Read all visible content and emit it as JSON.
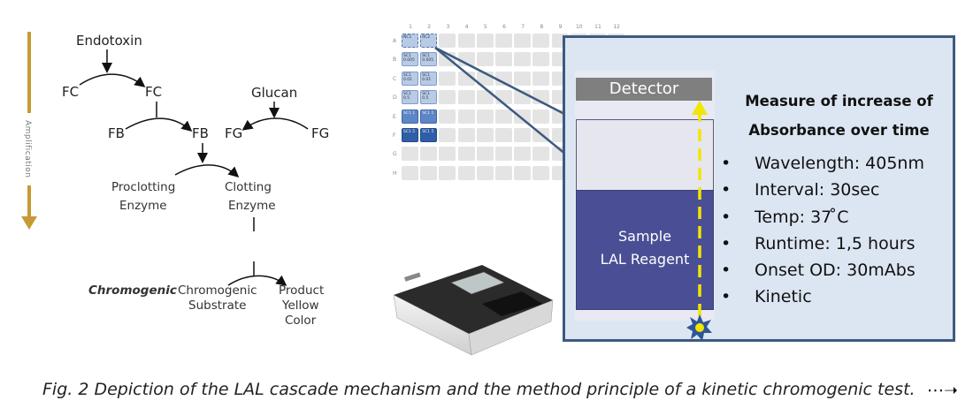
{
  "cascade": {
    "endotoxin": "Endotoxin",
    "fc_left": "FC",
    "fc_right": "FC",
    "fb_left": "FB",
    "fb_right": "FB",
    "glucan": "Glucan",
    "fg_left": "FG",
    "fg_right": "FG",
    "proclotting_line1": "Proclotting",
    "proclotting_line2": "Enzyme",
    "clotting_line1": "Clotting",
    "clotting_line2": "Enzyme",
    "chromogenic_label": "Chromogenic",
    "chromo_substrate_line1": "Chromogenic",
    "chromo_substrate_line2": "Substrate",
    "product_line1": "Product",
    "product_line2": "Yellow",
    "product_line3": "Color",
    "amplification": "Amplification"
  },
  "plate": {
    "columns": [
      "1",
      "2",
      "3",
      "4",
      "5",
      "6",
      "7",
      "8",
      "9",
      "10",
      "11",
      "12"
    ],
    "rows": [
      "A",
      "B",
      "C",
      "D",
      "E",
      "F",
      "G",
      "H"
    ],
    "well_labels": {
      "A1": "NC1",
      "A2": "RC2",
      "B1": "SC1 0.005",
      "B2": "SC1 0.005",
      "C1": "SC1 0.01",
      "C2": "SC1 0.01",
      "D1": "SC1 0.5",
      "D2": "SC1 0.5",
      "E1": "SC1 1",
      "E2": "SC1 1",
      "F1": "SC1 5",
      "F2": "SC1 5"
    }
  },
  "panel": {
    "detector": "Detector",
    "sample_line1": "Sample",
    "sample_line2": "LAL Reagent",
    "title_line1": "Measure of increase of",
    "title_line2": "Absorbance over time",
    "bullets": [
      "Wavelength: 405nm",
      "Interval: 30sec",
      "Temp: 37 ̊C",
      "Runtime: 1,5 hours",
      "Onset OD: 30mAbs",
      "Kinetic"
    ],
    "bullet_symbol": "•"
  },
  "caption": "Fig. 2 Depiction of the LAL cascade mechanism and the method principle of a kinetic chromogenic test.",
  "caption_arrow": "⋯➝",
  "colors": {
    "amplification_arrow": "#c89a35",
    "panel_border": "#3d5a80",
    "panel_bg": "#dce6f2",
    "cuvette_fill": "#4a4f95",
    "detector_bg": "#7f7f7f",
    "beam": "#f2e600",
    "source_star": "#2f5597"
  }
}
